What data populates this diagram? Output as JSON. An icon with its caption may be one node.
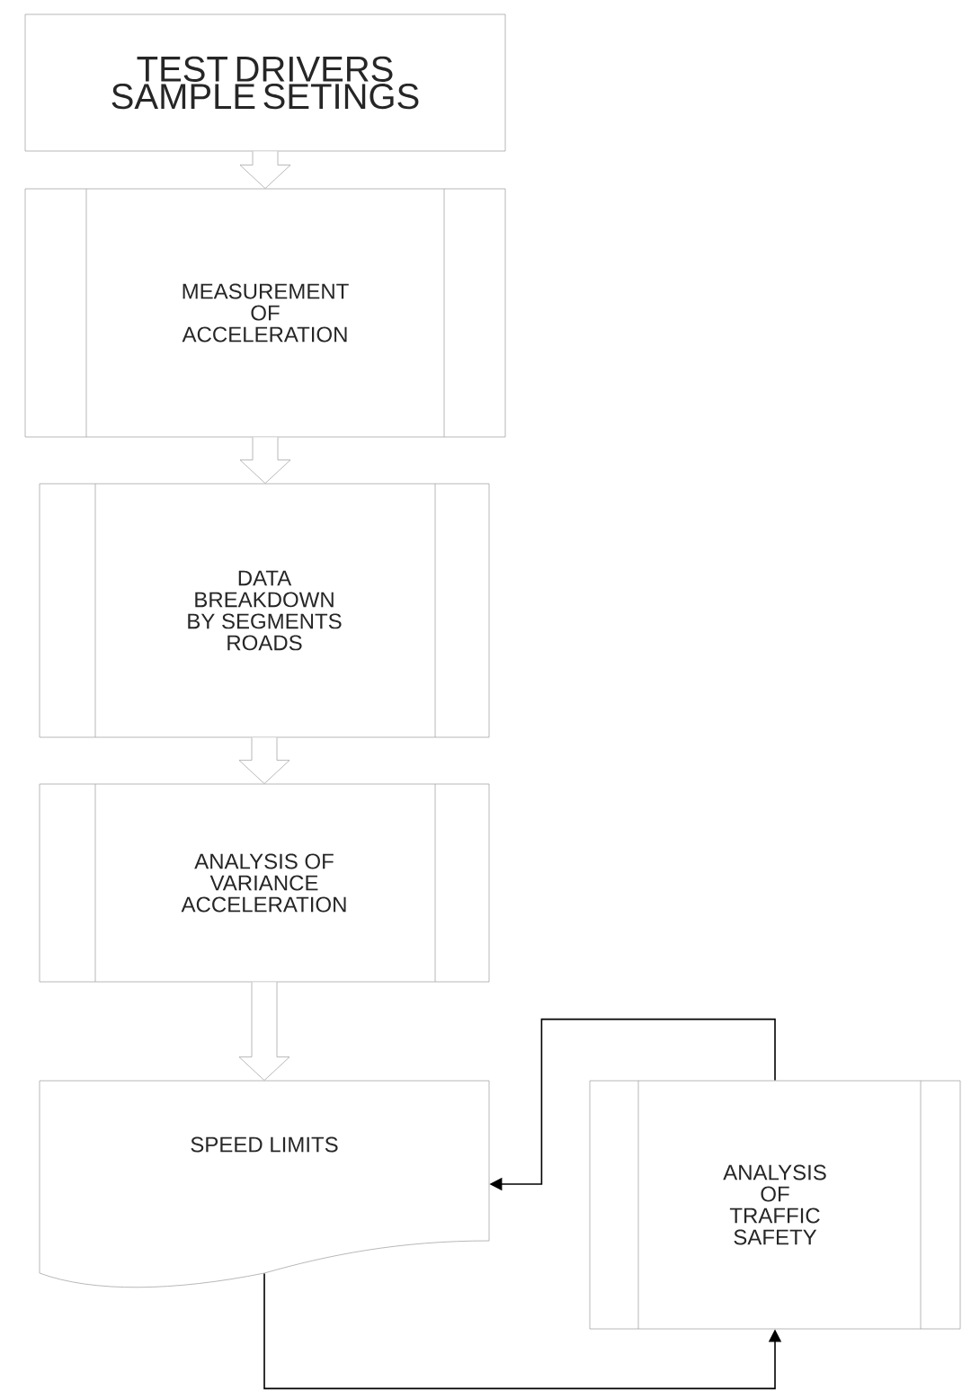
{
  "diagram": {
    "nodes": [
      {
        "text": [
          "TEST DRIVERS SAMPLE SETINGS"
        ]
      },
      {
        "text": [
          "MEASUREMENT OF ACCELERATION"
        ]
      },
      {
        "text": [
          "DATA BREAKDOWN BY SEGMENTS ROADS"
        ]
      },
      {
        "text": [
          "ANALYSIS OF VARIANCE ACCELERATION"
        ]
      },
      {
        "text": [
          "SPEED LIMITS"
        ]
      },
      {
        "text": [
          "ANALYSIS OF TRAFFIC SAFETY"
        ]
      }
    ],
    "edges": [
      {
        "from": 0,
        "to": 1,
        "arrow": "to"
      },
      {
        "from": 1,
        "to": 2,
        "arrow": "to"
      },
      {
        "from": 2,
        "to": 3,
        "arrow": "to"
      },
      {
        "from": 3,
        "to": 4,
        "arrow": "to"
      },
      {
        "from": 4,
        "to": 5,
        "arrow": "to"
      },
      {
        "from": 5,
        "to": 4,
        "arrow": "to"
      }
    ]
  }
}
